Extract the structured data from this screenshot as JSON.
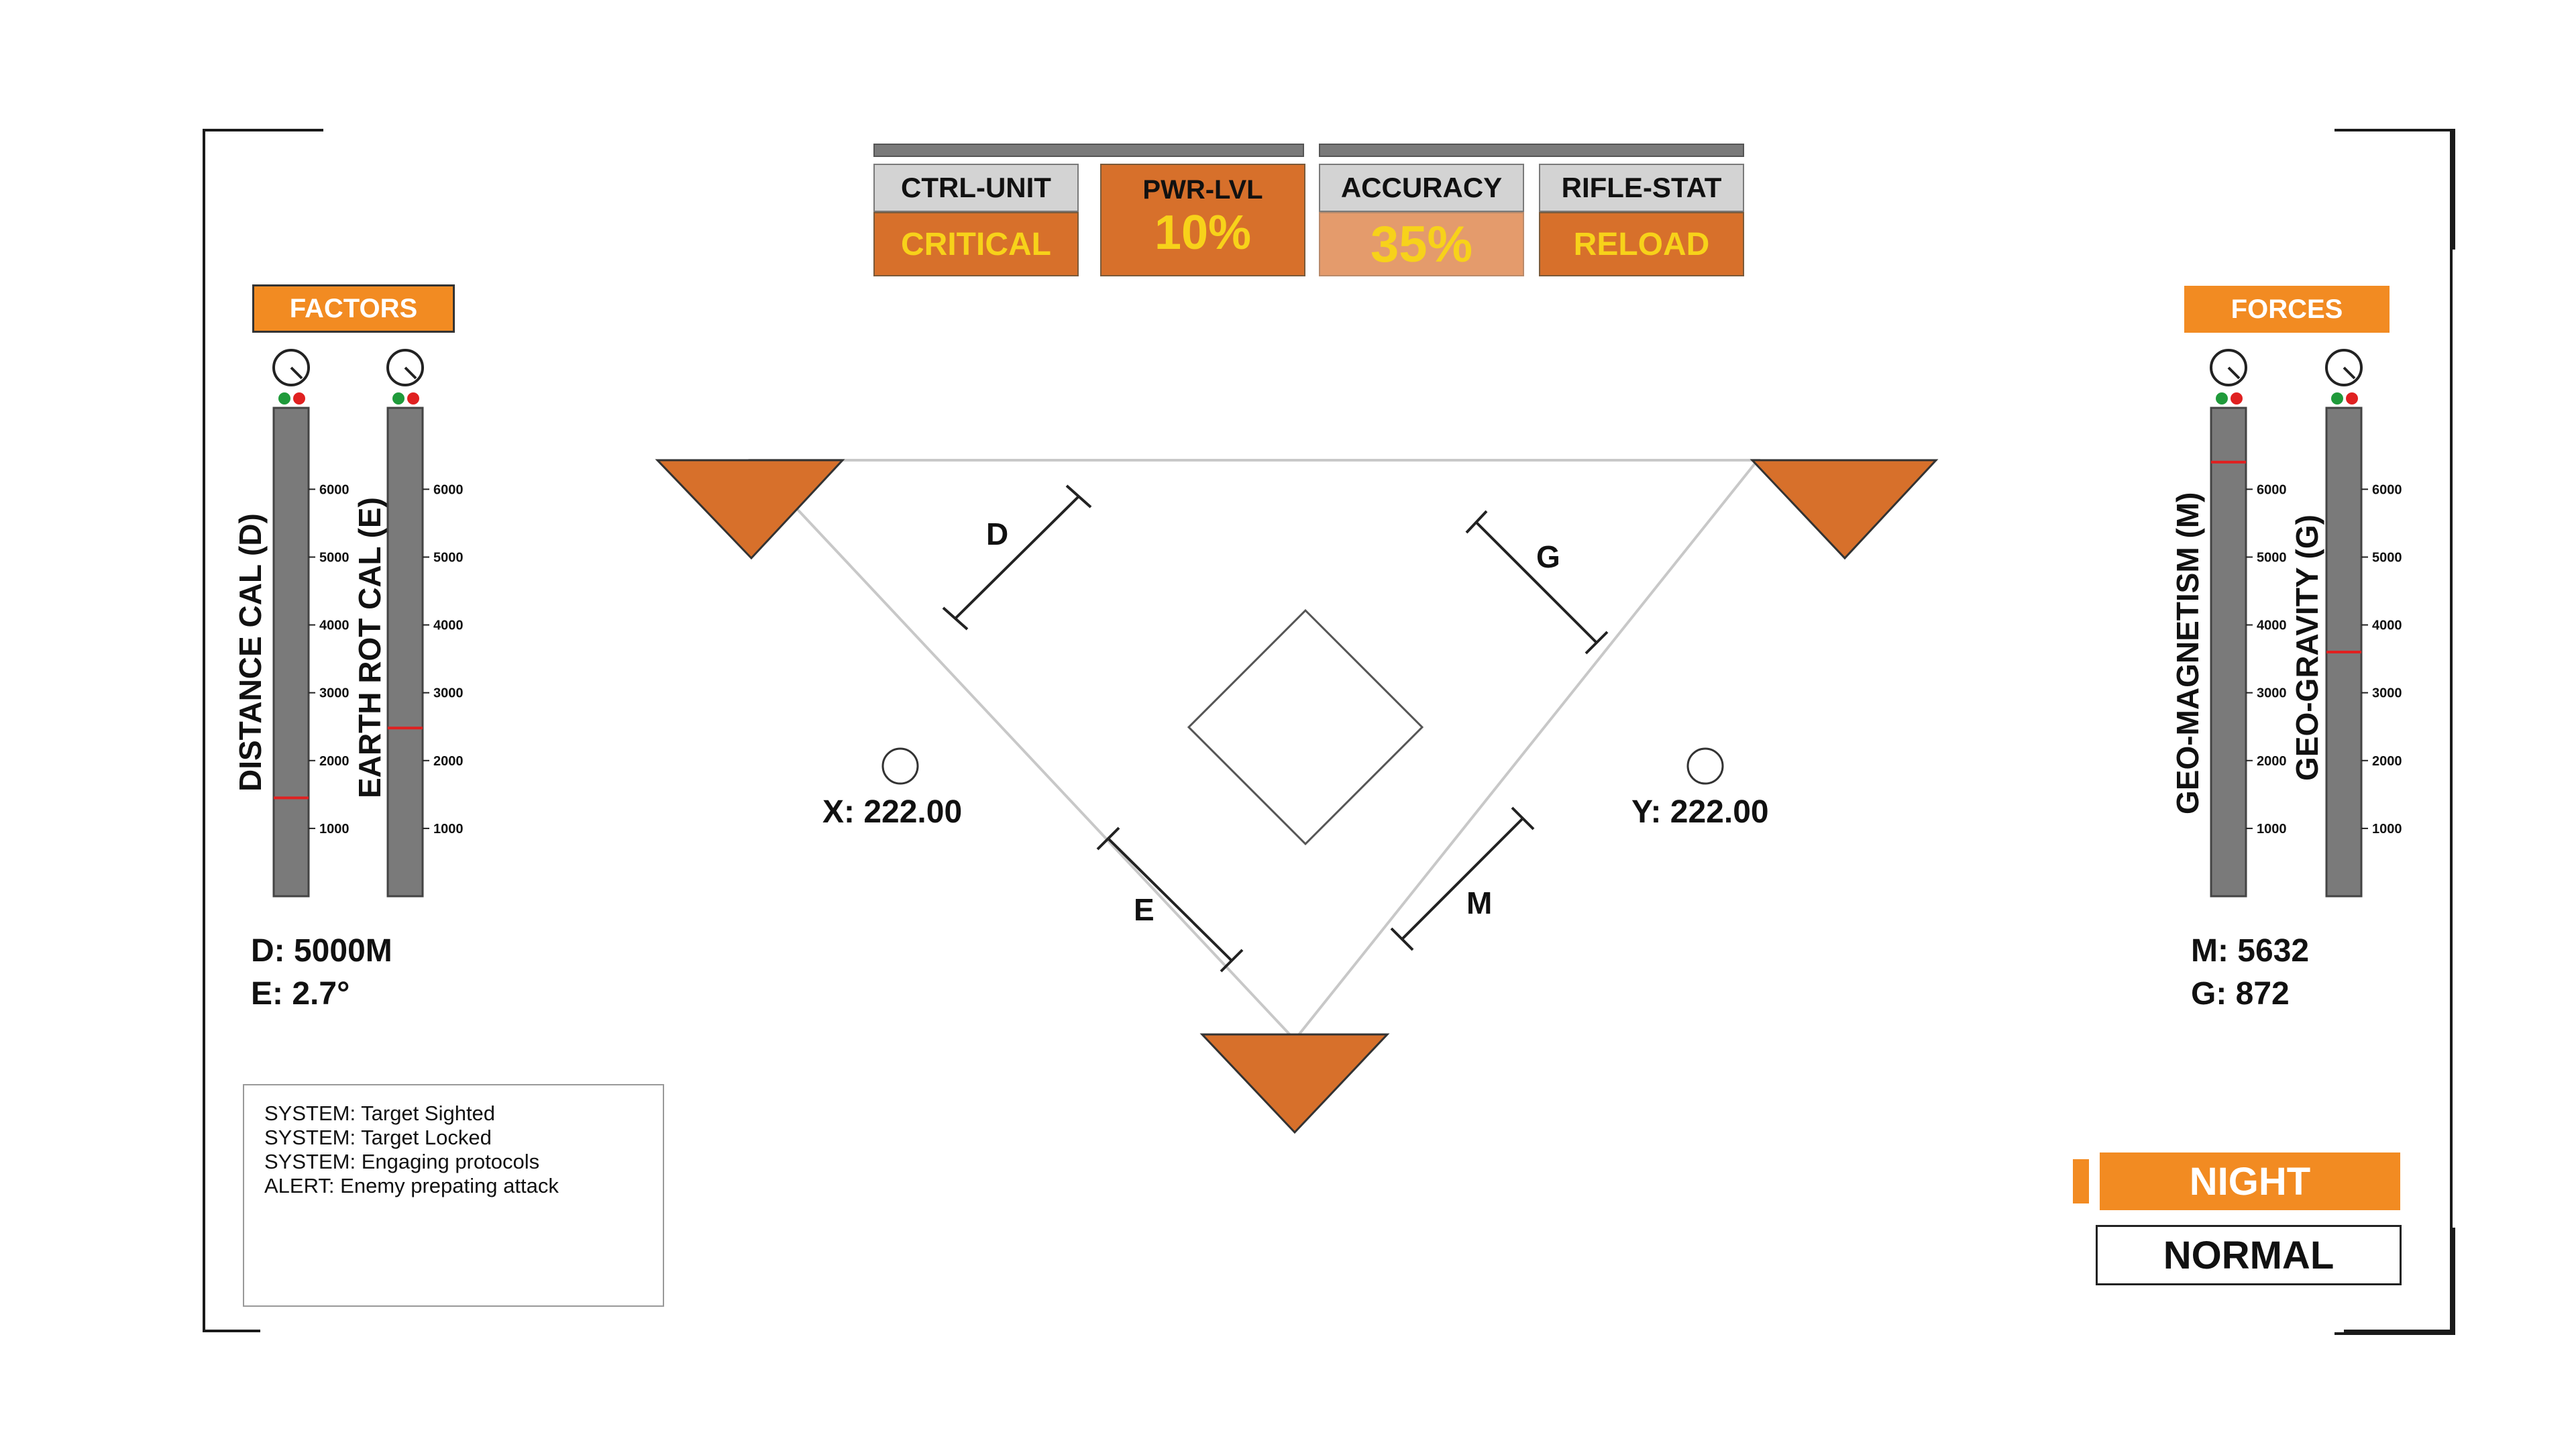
{
  "status_panel": {
    "ctrl_unit": {
      "label": "CTRL-UNIT",
      "value": "CRITICAL"
    },
    "pwr_lvl": {
      "label": "PWR-LVL",
      "value": "10%"
    },
    "accuracy": {
      "label": "ACCURACY",
      "value": "35%"
    },
    "rifle_stat": {
      "label": "RIFLE-STAT",
      "value": "RELOAD"
    }
  },
  "factors": {
    "title": "FACTORS",
    "gauges": [
      {
        "label": "DISTANCE CAL (D)",
        "level": 1450
      },
      {
        "label": "EARTH ROT CAL (E)",
        "level": 2480
      }
    ],
    "readouts": {
      "d": "D: 5000M",
      "e": "E: 2.7°"
    }
  },
  "forces": {
    "title": "FORCES",
    "gauges": [
      {
        "label": "GEO-MAGNETISM (M)",
        "level": 6400
      },
      {
        "label": "GEO-GRAVITY (G)",
        "level": 3600
      }
    ],
    "readouts": {
      "m": "M: 5632",
      "g": "G: 872"
    }
  },
  "scale_ticks": [
    "6000",
    "5000",
    "4000",
    "3000",
    "2000",
    "1000"
  ],
  "tick_values": [
    6000,
    5000,
    4000,
    3000,
    2000,
    1000
  ],
  "triangle": {
    "markers": {
      "d": "D",
      "g": "G",
      "e": "E",
      "m": "M"
    },
    "x_coord": "X: 222.00",
    "y_coord": "Y: 222.00"
  },
  "log": [
    "SYSTEM: Target Sighted",
    "SYSTEM: Target Locked",
    "SYSTEM: Engaging protocols",
    "ALERT: Enemy prepating attack"
  ],
  "mode": {
    "night": "NIGHT",
    "normal": "NORMAL"
  },
  "colors": {
    "orange": "#d7702b",
    "bright_orange": "#f28b22",
    "yellow": "#f7d21a",
    "gauge_gray": "#7a7a7a",
    "marker_red": "#e02020",
    "led_green": "#1f9a3a"
  }
}
